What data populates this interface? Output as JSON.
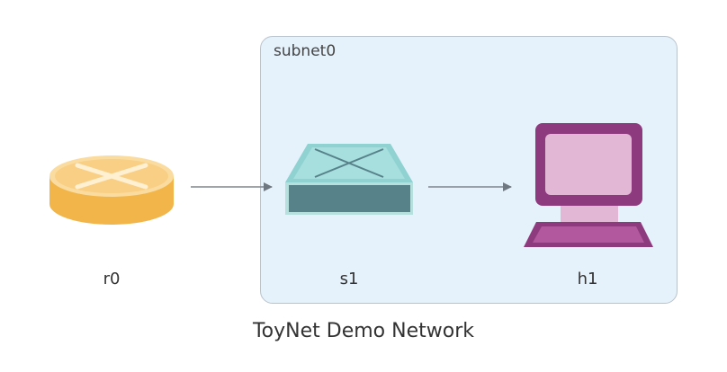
{
  "diagram": {
    "title": "ToyNet Demo Network",
    "group": {
      "label": "subnet0"
    },
    "nodes": [
      {
        "id": "r0",
        "label": "r0",
        "icon": "router-icon",
        "color": "#f3b94e"
      },
      {
        "id": "s1",
        "label": "s1",
        "icon": "switch-icon",
        "color": "#57828a"
      },
      {
        "id": "h1",
        "label": "h1",
        "icon": "host-computer-icon",
        "color": "#8e3a7e"
      }
    ],
    "edges": [
      {
        "from": "r0",
        "to": "s1"
      },
      {
        "from": "s1",
        "to": "h1"
      }
    ]
  }
}
